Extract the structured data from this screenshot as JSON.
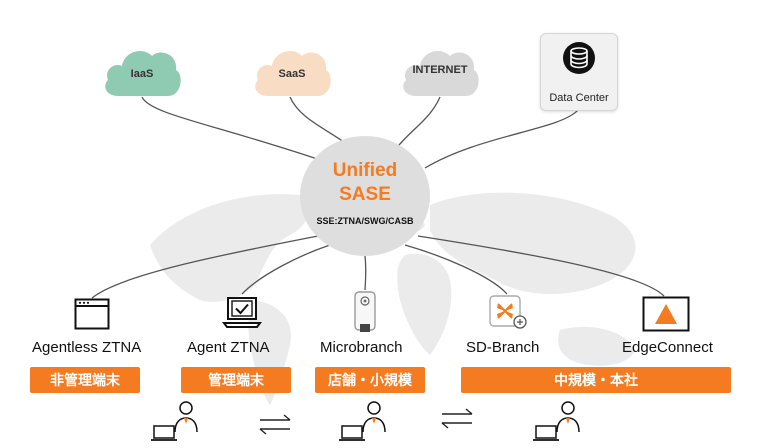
{
  "clouds": {
    "iaas": "IaaS",
    "saas": "SaaS",
    "internet": "INTERNET"
  },
  "data_center": {
    "label": "Data Center",
    "icon": "database-icon"
  },
  "hub": {
    "line1": "Unified",
    "line2": "SASE",
    "line3": "SSE:ZTNA/SWG/CASB",
    "accent": "#f47b20"
  },
  "nodes": [
    {
      "label": "Agentless ZTNA",
      "icon": "browser-window-icon"
    },
    {
      "label": "Agent ZTNA",
      "icon": "laptop-check-icon"
    },
    {
      "label": "Microbranch",
      "icon": "access-point-icon"
    },
    {
      "label": "SD-Branch",
      "icon": "branch-gateway-icon"
    },
    {
      "label": "EdgeConnect",
      "icon": "edgeconnect-appliance-icon"
    }
  ],
  "badges": [
    {
      "label": "非管理端末"
    },
    {
      "label": "管理端末"
    },
    {
      "label": "店舗・小規模"
    },
    {
      "label": "中規模・本社"
    }
  ],
  "colors": {
    "badge": "#f47b20",
    "iaas_cloud": "#8fcbb3",
    "saas_cloud": "#f8dcc4",
    "internet_cloud": "#d9d9d9",
    "hub_circle": "#dedede"
  }
}
